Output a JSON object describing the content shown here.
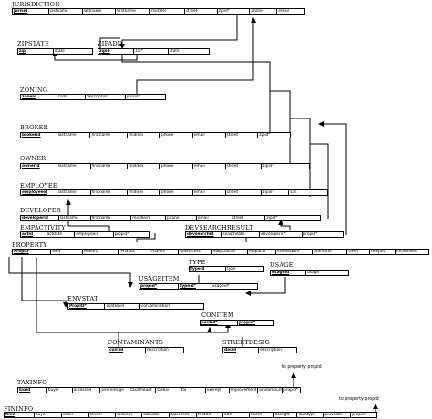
{
  "tables": [
    {
      "name": "JURISDICTION",
      "columns": [
        {
          "label": "jurisid",
          "pk": true
        },
        {
          "label": "lastname"
        },
        {
          "label": "lastname"
        },
        {
          "label": "firstname"
        },
        {
          "label": "middlei"
        },
        {
          "label": "street"
        },
        {
          "label": "zipid*"
        },
        {
          "label": "phone"
        },
        {
          "label": "email"
        }
      ]
    },
    {
      "name": "ZIPSTATE",
      "columns": [
        {
          "label": "zip",
          "pk": true
        },
        {
          "label": "state"
        }
      ]
    },
    {
      "name": "ZIPADD",
      "columns": [
        {
          "label": "zipid",
          "pk": true
        },
        {
          "label": "zip*"
        },
        {
          "label": "state"
        }
      ]
    },
    {
      "name": "ZONING",
      "columns": [
        {
          "label": "zoneid",
          "pk": true
        },
        {
          "label": "code"
        },
        {
          "label": "description"
        },
        {
          "label": "jurisid*"
        }
      ]
    },
    {
      "name": "BROKER",
      "columns": [
        {
          "label": "brokerid",
          "pk": true
        },
        {
          "label": "lastname"
        },
        {
          "label": "firstname"
        },
        {
          "label": "middlei"
        },
        {
          "label": "phone"
        },
        {
          "label": "email"
        },
        {
          "label": "street"
        },
        {
          "label": "zipid*"
        }
      ]
    },
    {
      "name": "OWNER",
      "columns": [
        {
          "label": "ownerid",
          "pk": true
        },
        {
          "label": "lastname"
        },
        {
          "label": "firstname"
        },
        {
          "label": "middlei"
        },
        {
          "label": "phone"
        },
        {
          "label": "email"
        },
        {
          "label": "street"
        },
        {
          "label": "zipid*"
        }
      ]
    },
    {
      "name": "EMPLOYEE",
      "columns": [
        {
          "label": "employeeid",
          "pk": true
        },
        {
          "label": "lastname"
        },
        {
          "label": "firstname"
        },
        {
          "label": "middlei"
        },
        {
          "label": "phone"
        },
        {
          "label": "email"
        },
        {
          "label": "street"
        },
        {
          "label": "zipid*"
        },
        {
          "label": "ssn"
        }
      ]
    },
    {
      "name": "DEVELOPER",
      "columns": [
        {
          "label": "developerid",
          "pk": true
        },
        {
          "label": "lastname"
        },
        {
          "label": "firstname"
        },
        {
          "label": "middleini"
        },
        {
          "label": "phone"
        },
        {
          "label": "email"
        },
        {
          "label": "street"
        },
        {
          "label": "zipid*"
        }
      ]
    },
    {
      "name": "EMPACTIVITY",
      "columns": [
        {
          "label": "actid",
          "pk": true
        },
        {
          "label": "actdate"
        },
        {
          "label": "employeeid"
        },
        {
          "label": "propid*"
        }
      ]
    },
    {
      "name": "DEVSEARCHRESULT",
      "columns": [
        {
          "label": "devsearchid",
          "pk": true
        },
        {
          "label": "searchdate"
        },
        {
          "label": "developerid*"
        },
        {
          "label": "propid*"
        }
      ]
    },
    {
      "name": "PROPERTY",
      "columns": [
        {
          "label": "PropID",
          "pk": true
        },
        {
          "label": "Sold"
        },
        {
          "label": "Phase1"
        },
        {
          "label": "Phase2"
        },
        {
          "label": "Phase3"
        },
        {
          "label": "RailAccess"
        },
        {
          "label": "MapCoords"
        },
        {
          "label": "PropSize"
        },
        {
          "label": "AssessNum"
        },
        {
          "label": "sitename"
        },
        {
          "label": "GPDI"
        },
        {
          "label": "devpot"
        },
        {
          "label": "incentives"
        }
      ]
    },
    {
      "name": "TYPE",
      "columns": [
        {
          "label": "typeid",
          "pk": true
        },
        {
          "label": "type"
        }
      ]
    },
    {
      "name": "USAGE",
      "columns": [
        {
          "label": "usageid",
          "pk": true
        },
        {
          "label": "usage"
        }
      ]
    },
    {
      "name": "USAGEITEM",
      "columns": [
        {
          "label": "propid*",
          "pk": true
        },
        {
          "label": "typeid*",
          "pk": true
        },
        {
          "label": "usageid*"
        }
      ]
    },
    {
      "name": "ENVSTAT",
      "columns": [
        {
          "label": "PropID*",
          "pk": true
        },
        {
          "label": "contlevel"
        },
        {
          "label": "contamination"
        }
      ]
    },
    {
      "name": "CONITEM",
      "columns": [
        {
          "label": "contid*",
          "pk": true
        },
        {
          "label": "propid*",
          "pk": true
        }
      ]
    },
    {
      "name": "CONTAMINANTS",
      "columns": [
        {
          "label": "contid",
          "pk": true
        },
        {
          "label": "description"
        }
      ]
    },
    {
      "name": "STREETDESIG",
      "columns": [
        {
          "label": "desid",
          "pk": true
        },
        {
          "label": "description"
        }
      ]
    },
    {
      "name": "TAXINFO",
      "columns": [
        {
          "label": "taxid",
          "pk": true
        },
        {
          "label": "buyer"
        },
        {
          "label": "assessed"
        },
        {
          "label": "percentage"
        },
        {
          "label": "taxamount"
        },
        {
          "label": "status"
        },
        {
          "label": "tla"
        },
        {
          "label": "exempt"
        },
        {
          "label": "improvement"
        },
        {
          "label": "landamount"
        },
        {
          "label": "propid*"
        }
      ]
    },
    {
      "name": "FININFO",
      "columns": [
        {
          "label": "finid",
          "pk": true
        },
        {
          "label": "buyer"
        },
        {
          "label": "seller"
        },
        {
          "label": "lender"
        },
        {
          "label": "lastrans"
        },
        {
          "label": "saledate"
        },
        {
          "label": "saleamnt"
        },
        {
          "label": "firstdd"
        },
        {
          "label": "addl"
        },
        {
          "label": "docno"
        },
        {
          "label": "doksgft"
        },
        {
          "label": "loantype"
        },
        {
          "label": "prevdate"
        },
        {
          "label": "propid*"
        }
      ]
    }
  ],
  "notes": [
    "to property propid",
    "to property propid"
  ]
}
